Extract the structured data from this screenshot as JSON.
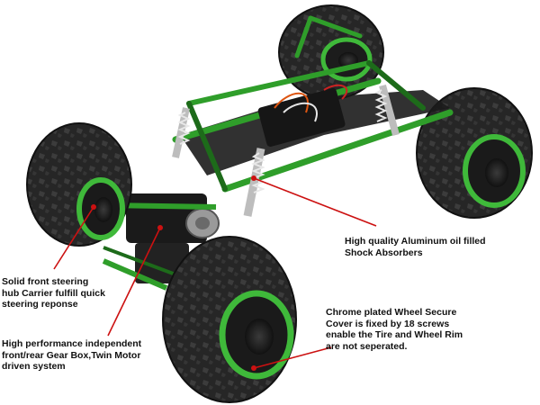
{
  "product": {
    "subject": "RC rock crawler chassis with green aluminum parts",
    "colors": {
      "tire": "#2a2a2a",
      "tire_highlight": "#4a4a4a",
      "rim_green": "#3fb93a",
      "frame_green": "#2f9e2a",
      "frame_dark": "#1d6b1a",
      "body_dark": "#1b1b1b",
      "spring_silver": "#cfcfcf",
      "annotation_red": "#cc1111"
    }
  },
  "callouts": [
    {
      "id": "shock",
      "text": "High quality Aluminum oil filled\nShock Absorbers"
    },
    {
      "id": "steering",
      "text": "Solid front steering\nhub Carrier fulfill quick\nsteering reponse"
    },
    {
      "id": "gearbox",
      "text": "High performance independent\nfront/rear Gear Box,Twin Motor\ndriven system"
    },
    {
      "id": "wheel",
      "text": "Chrome plated Wheel Secure\nCover is fixed by 18 screws\nenable the Tire and Wheel Rim\nare not seperated."
    }
  ]
}
